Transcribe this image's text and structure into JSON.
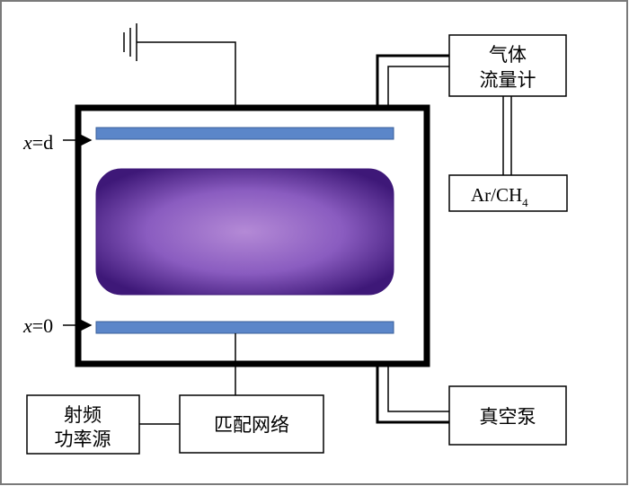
{
  "labels": {
    "x_top_var": "x",
    "x_top_rest": "=d",
    "x_bottom_var": "x",
    "x_bottom_rest": "=0",
    "gas_flow_line1": "气体",
    "gas_flow_line2": "流量计",
    "gas_source_main": "Ar/CH",
    "gas_source_sub": "4",
    "vacuum_pump": "真空泵",
    "rf_source_line1": "射频",
    "rf_source_line2": "功率源",
    "matching_network": "匹配网络"
  },
  "colors": {
    "electrode": "#5b86c9",
    "plasma_center": "#b48ad6",
    "plasma_edge": "#3e1878",
    "chamber_wall": "#000000",
    "frame": "#7a7a7a"
  },
  "icons": {
    "ground": "ground-symbol-icon",
    "arrow": "right-arrow-icon"
  }
}
